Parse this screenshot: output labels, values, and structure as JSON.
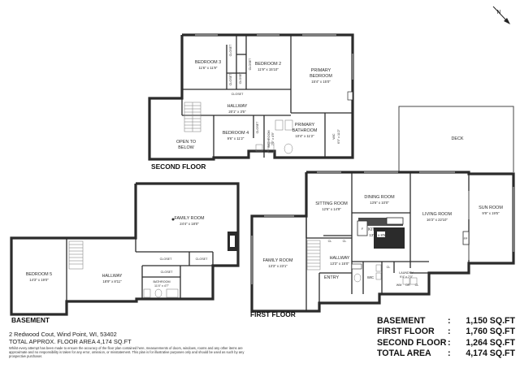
{
  "compass": {
    "label": "N"
  },
  "floors": {
    "basement": "BASEMENT",
    "first": "FIRST FLOOR",
    "second": "SECOND FLOOR"
  },
  "rooms": {
    "bedroom3": {
      "name": "BEDROOM 3",
      "dims": "11'6\" x 11'9\""
    },
    "bedroom2": {
      "name": "BEDROOM 2",
      "dims": "11'9\" x 15'10\""
    },
    "primary_bedroom": {
      "name": "PRIMARY",
      "name2": "BEDROOM",
      "dims": "15'4\" x 15'0\""
    },
    "hallway2": {
      "name": "HALLWAY",
      "dims": "20'1\" x 3'5\""
    },
    "open_to_below": {
      "name": "OPEN TO",
      "name2": "BELOW"
    },
    "bedroom4": {
      "name": "BEDROOM 4",
      "dims": "9'6\" x 11'2\""
    },
    "bathroom2": {
      "name": "BATHROOM",
      "dims": "7'0\" x 4'9\""
    },
    "primary_bathroom": {
      "name": "PRIMARY",
      "name2": "BATHROOM",
      "dims": "10'4\" x 11'2\""
    },
    "wic2": {
      "name": "WIC",
      "dims": "6'0\" x 11'2\""
    },
    "deck": {
      "name": "DECK"
    },
    "sitting_room": {
      "name": "SITTING ROOM",
      "dims": "12'6\" x 14'9\""
    },
    "dining_room": {
      "name": "DINING ROOM",
      "dims": "13'6\" x 10'0\""
    },
    "living_room": {
      "name": "LIVING ROOM",
      "dims": "16'3\" x 22'10\""
    },
    "sun_room": {
      "name": "SUN ROOM",
      "dims": "9'9\" x 19'5\""
    },
    "kitchen": {
      "name": "KITCHEN",
      "dims": "13'6\" x 8'5\""
    },
    "family_room1": {
      "name": "FAMILY ROOM",
      "dims": "13'3\" x 23'1\""
    },
    "hallway1": {
      "name": "HALLWAY",
      "dims": "13'3\" x 15'0\""
    },
    "entry": {
      "name": "ENTRY"
    },
    "laundry": {
      "name": "LAUNDRY",
      "dims": "9'4\" x 7'0\""
    },
    "family_room_b": {
      "name": "FAMILY ROOM",
      "dims": "24'4\" x 18'0\""
    },
    "bedroom5": {
      "name": "BEDROOM 5",
      "dims": "14'3\" x 19'0\""
    },
    "hallway_b": {
      "name": "HALLWAY",
      "dims": "18'9\" x 8'11\""
    },
    "bathroom_b": {
      "name": "BATHROOM",
      "dims": "11'4\" x 4'7\""
    }
  },
  "fixtures": {
    "closet": "CLOSET",
    "wic": "WIC",
    "cl": "CL",
    "dw": "DW",
    "f": "F",
    "fp": "FP",
    "wm": "WM",
    "dr": "DR"
  },
  "info": {
    "address": "2 Redwood Cout, Wind Point, WI, 53402",
    "total_approx": "TOTAL APPROX. FLOOR AREA 4,174 SQ.FT",
    "disclaimer": "Whilst every attempt has been made to ensure the accuracy of the floor plan contained here, measurements of doors, windows, rooms and any other items are approximate and no responsibility is taken for any error, omission, or misstatement. This plan is for illustrative purposes only and should be used as such by any prospective purchaser."
  },
  "areas": [
    {
      "name": "BASEMENT",
      "value": "1,150 SQ.FT"
    },
    {
      "name": "FIRST FLOOR",
      "value": "1,760 SQ.FT"
    },
    {
      "name": "SECOND FLOOR",
      "value": "1,264 SQ.FT"
    },
    {
      "name": "TOTAL AREA",
      "value": "4,174 SQ.FT"
    }
  ]
}
